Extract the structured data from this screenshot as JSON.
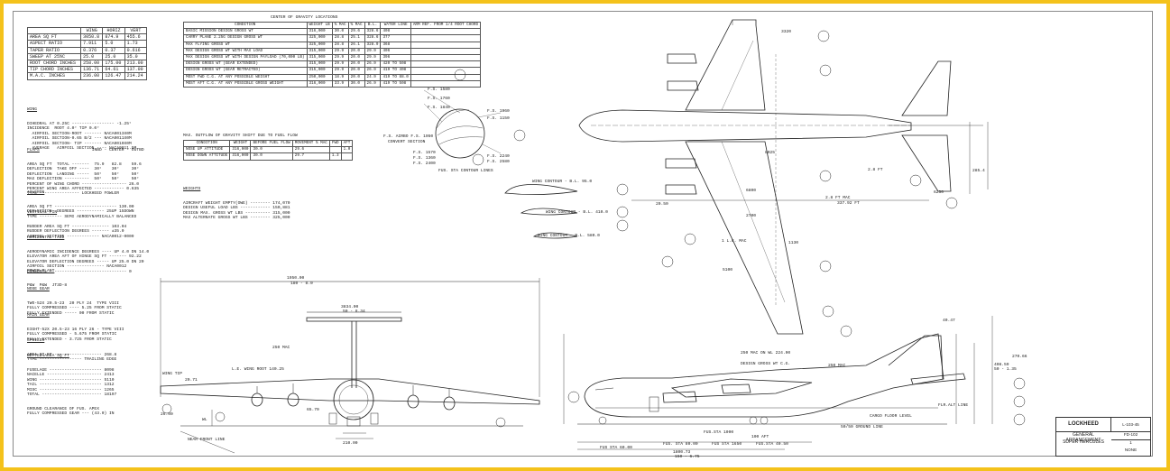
{
  "wing_table": {
    "header": [
      "",
      "WING",
      "HORIZ",
      "VERT"
    ],
    "rows": [
      [
        "AREA SQ FT",
        "3050.8",
        "874.9",
        "455.6"
      ],
      [
        "ASPECT RATIO",
        "7.911",
        "5.0",
        "1.73"
      ],
      [
        "TAPER RATIO",
        "0.376",
        "0.37",
        "0.616"
      ],
      [
        "SWEEP AT 25%C",
        "25.0",
        "25.0",
        "35.0"
      ],
      [
        "ROOT CHORD INCHES",
        "258.00",
        "175.00",
        "213.00"
      ],
      [
        "TIP CHORD INCHES",
        "136.71",
        "64.61",
        "137.00"
      ],
      [
        "M.A.C. INCHES",
        "236.00",
        "126.47",
        "214.24"
      ]
    ]
  },
  "wing_notes": {
    "title": "WING",
    "lines": [
      "DIHEDRAL AT 0.25C ----------------- -1.25°",
      "INCIDENCE  ROOT 4.0° TIP 0.0°",
      "  AIRFOIL SECTION-ROOT ------- NACA0013X0M",
      "  AIRFOIL SECTION-0.65 B/2 --- NACA0011X0M",
      "  AIRFOIL SECTION- TIP ------- NACA0010X0M",
      "  AVERAGE   AIRFOIL SECTION ---- NACA0011.5M"
    ]
  },
  "flaps_notes": {
    "title": "FLAPS",
    "header": "INBD - CENTER - OUTBD",
    "lines": [
      "AREA SQ FT  TOTAL -------  75.9   82.8    59.6",
      "DEFLECTION  TAKE OFF ----  30°    30°     30°",
      "DEFLECTION  LANDING -----  50°    50°     50°",
      "MAX DEFLECTION ----------  50°    50°     50°",
      "PERCENT OF WING CHORD ------------------ 26.0",
      "PERCENT WING AREA AFFECTED ------------ 0.635",
      "TYPE ---------------- LOCKHEED FOWLER"
    ]
  },
  "aileron_notes": {
    "title": "AILERON",
    "lines": [
      "AREA SQ FT ------------------------- 130.00",
      "DEFLECTION  DEGREES ----------- 25UP 15DOWN",
      "TYPE --------- SEMI AERODYNAMICALLY BALANCED"
    ]
  },
  "vertical_notes": {
    "title": "VERTICAL FIN",
    "lines": [
      "RUDDER AREA SQ FT --------------- 103.04",
      "RUDDER DEFLECTION DEGREES ------- ±35.0",
      "AIRFOIL SECTION ------------- NACA0012-0009"
    ]
  },
  "horizontal_notes": {
    "title": "HORIZONTAL TAIL",
    "lines": [
      "AERODYNAMIC INCIDENCE DEGREES ---- UP 4.0 DN 14.0",
      "ELEVATOR AREA AFT OF HINGE SQ FT ------- 92.22",
      "ELEVATOR DEFLECTION DEGREES ----- UP 25.0 DN 20",
      "AIRFOIL SECTION --------------- NACA0012",
      "DIHEDRAL ------------------------------- 0"
    ]
  },
  "power_notes": {
    "title": "POWER PLANT",
    "lines": [
      "P&W  P&W  JT3D-8"
    ]
  },
  "nose_gear_notes": {
    "title": "NOSE GEAR",
    "lines": [
      "TWO-52X 20.5-23  20 PLY 24  TYPE VIII",
      "FULLY COMPRESSED ---- 5.25 FROM STATIC",
      "FULLY EXTENDED ----- 00 FROM STATIC"
    ]
  },
  "main_gear_notes": {
    "title": "MAIN GEAR",
    "lines": [
      "EIGHT-52X 20.5-23 16 PLY 26 - TYPE VIII",
      "FULLY COMPRESSED - 5.675 FROM STATIC",
      "FULLY EXTENDED - 3.725 FROM STATIC"
    ]
  },
  "spoiler_notes": {
    "title": "SPOILER",
    "lines": [
      "AREA SQ FT ------------------- 268.8",
      "TYPE ----------------- TRAILING EDGE"
    ]
  },
  "wetted_notes": {
    "title": "WETTED AREA SQ FT",
    "lines": [
      "FUSELAGE --------------------- 8098",
      "NACELLE ---------------------- 2413",
      "WING ------------------------- 5110",
      "TAIL ------------------------- 1312",
      "MISC ------------------------- 1265",
      "TOTAL ------------------------ 18197"
    ]
  },
  "clearance_notes": {
    "lines": [
      "GROUND CLEARANCE OF FUS. APEX",
      "FULLY COMPRESSED GEAR --- (43.0) IN"
    ]
  },
  "cg_table": {
    "title": "CENTER OF GRAVITY LOCATIONS",
    "header": [
      "CONDITION",
      "WEIGHT LB",
      "% MAC",
      "% MAC",
      "B.L.",
      "WATER LINE",
      "ARM REF. FROM 1/4 ROOT CHORD"
    ],
    "rows": [
      [
        "BASIC MISSION DESIGN GROSS WT",
        "316,000",
        "30.0",
        "29.6",
        "328.6",
        "408",
        ""
      ],
      [
        "CARRY PLANE 2.25G DESIGN GROSS WT",
        "325,000",
        "28.8",
        "25.1",
        "328.6",
        "377",
        ""
      ],
      [
        "MAX FLYING GROSS WT",
        "325,000",
        "28.8",
        "26.1",
        "328.9",
        "368",
        ""
      ],
      [
        "MAX DESIGN GROSS WT WITH MAX LOAD",
        "315,000",
        "29.9",
        "20.0",
        "29.9",
        "406",
        ""
      ],
      [
        "MAX DESIGN GROSS WT WITH DESIGN PAYLOAD (70,000 LB)",
        "315,000",
        "29.9",
        "20.0",
        "29.9",
        "396",
        ""
      ],
      [
        "DESIGN GROSS WT (GEAR EXTENDED)",
        "315,000",
        "29.9",
        "20.0",
        "26.9",
        "420 TO 508",
        ""
      ],
      [
        "DESIGN GROSS WT (GEAR RETRACTED)",
        "315,000",
        "29.9",
        "20.0",
        "26.9",
        "419 TO 408",
        ""
      ],
      [
        "MOST FWD C.G. AT ANY POSSIBLE WEIGHT",
        "250,000",
        "18.9",
        "20.0",
        "24.9",
        "419 TO 88.0",
        ""
      ],
      [
        "MOST AFT C.G. AT ANY POSSIBLE GROSS WEIGHT",
        "316,000",
        "33.9",
        "30.0",
        "26.9",
        "419 TO 508",
        ""
      ]
    ]
  },
  "shift_table": {
    "title": "MAX. OUTFLOW OF GRAVITY SHIFT DUE TO FUEL FLOW",
    "header": [
      "CONDITION",
      "WEIGHT",
      "BEFORE FUEL FLOW",
      "MOVEMENT % MAC",
      "FWD",
      "AFT"
    ],
    "rows": [
      [
        "NOSE UP ATTITUDE",
        "316,000",
        "30.0",
        "29.6",
        "",
        "1.0"
      ],
      [
        "NOSE DOWN ATTITUDE",
        "316,000",
        "30.0",
        "29.7",
        "1.3",
        ""
      ]
    ]
  },
  "weights": {
    "title": "WEIGHTS",
    "lines": [
      "AIRCRAFT WEIGHT EMPTY(OWE) -------- 174,070",
      "DESIGN USEFUL LOAD LBS ------------ 150,881",
      "DESIGN MAX. GROSS WT LBS ---------- 315,000",
      "MAX ALTERNATE GROSS WT LBS -------- 325,000"
    ]
  },
  "top_view": {
    "labels": [
      "2.8 FT MAC",
      "337.92 FT",
      "1 L.E. MAC",
      "8025",
      "6800",
      "2700",
      "5100",
      "1130",
      "2.8 FT",
      "285.4",
      "6250",
      "3320",
      "20.50"
    ]
  },
  "front_view": {
    "labels": [
      "1950.00",
      "180 - 8.0",
      "3834.00",
      "50 - 8.34",
      "250 MAC",
      "L.E. WING ROOT 140.25",
      "WING TIP",
      "20.71",
      "26.00",
      "65.70",
      "210.00",
      "WL",
      "NEAR FRONT LINE"
    ]
  },
  "side_view": {
    "labels": [
      "250 MAC ON WL 224.90",
      "DESIGN GROSS WT C.G.",
      "250 MAC",
      "CARGO FLOOR LEVEL",
      "50/50 GROUND LINE",
      "FUS STA 60.00",
      "FUS. STA 80.00",
      "FUS STA 1650",
      "FUS.STA 40.50",
      "1800.73",
      "150 - 6.75",
      "100 AFT",
      "FUS.STA 1000",
      "FLR.ALT LINE",
      "40.47",
      "408.59",
      "50 - 1.35",
      "270.66"
    ]
  },
  "airfoils": {
    "labels": [
      "WING CONTOUR - B.L. 95.0",
      "WING CONTOUR - B.L. 410.0",
      "WING CONTOUR - B.L. 580.0"
    ]
  },
  "fuselage_section": {
    "labels": [
      "F.S. 1580",
      "F.S. 1760",
      "F.S. 1840",
      "F.S. 1960",
      "F.S. 1150",
      "F.S. 1570",
      "F.S. 1360",
      "F.S. 2240",
      "F.S. 2400",
      "F.S. 2580",
      "F.S. AIRBO  F.S. 1050",
      "CONVERT SECTION",
      "FUS. STA CONTOUR LINES"
    ]
  },
  "title_block": {
    "company": "LOCKHEED",
    "title": "GENERAL ARRANGEMENT",
    "subtitle": "SUPER HERCULES",
    "dwg_no": "L-103-45",
    "sheet": "FD-102",
    "rev": "1",
    "scale": "NONE"
  }
}
